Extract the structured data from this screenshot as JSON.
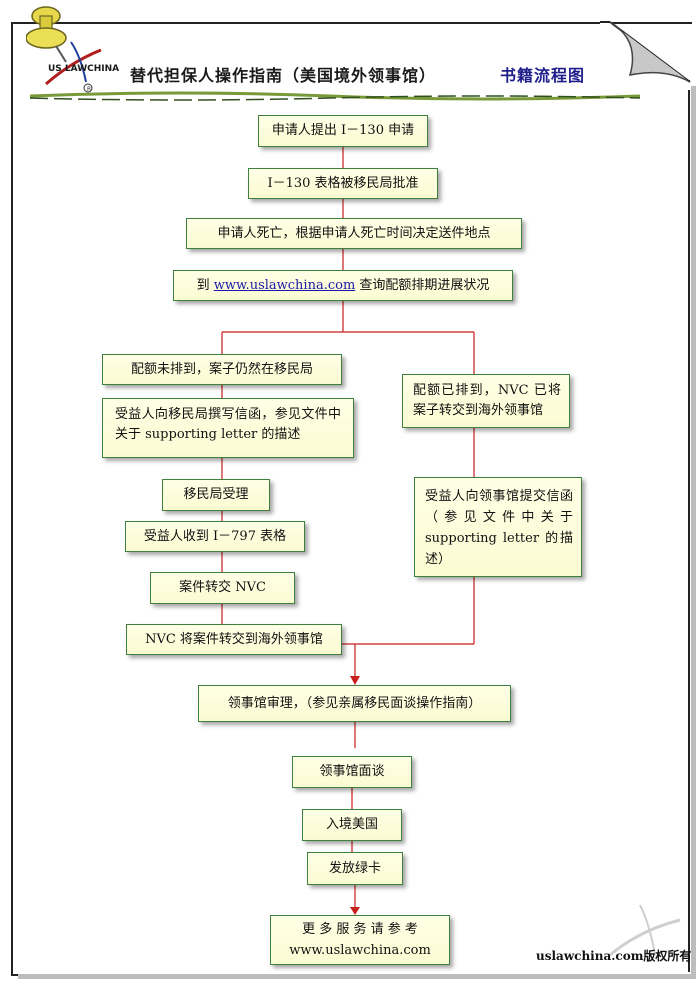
{
  "logo": {
    "text": "US LAWCHINA",
    "icon": "pushpin-icon"
  },
  "header": {
    "title": "替代担保人操作指南（美国境外领事馆）",
    "subtitle": "书籍流程图"
  },
  "flow": {
    "step1": "申请人提出 I－130 申请",
    "step2": "I－130 表格被移民局批准",
    "step3": "申请人死亡，根据申请人死亡时间决定送件地点",
    "step4_prefix": "到",
    "step4_link": "www.uslawchina.com",
    "step4_suffix": "查询配额排期进展状况",
    "left1": "配额未排到，案子仍然在移民局",
    "left2": "受益人向移民局撰写信函，参见文件中关于 supporting letter 的描述",
    "left3": "移民局受理",
    "left4": "受益人收到 I－797 表格",
    "left5": "案件转交 NVC",
    "left6": "NVC 将案件转交到海外领事馆",
    "right1": "配额已排到，NVC 已将案子转交到海外领事馆",
    "right2": "受益人向领事馆提交信函（参见文件中关于 supporting letter 的描述）",
    "merge1": "领事馆审理，（参见亲属移民面谈操作指南）",
    "step_interview": "领事馆面谈",
    "step_entry": "入境美国",
    "step_greencard": "发放绿卡",
    "final_line1": "更 多 服 务 请 参 考",
    "final_line2": "www.uslawchina.com"
  },
  "footer": {
    "copyright": "uslawchina.com版权所有"
  },
  "colors": {
    "connector": "#c81e1e",
    "box_border": "#3f7f3f",
    "box_fill": "#fbfbd2",
    "subtitle": "#1f1f8c"
  }
}
